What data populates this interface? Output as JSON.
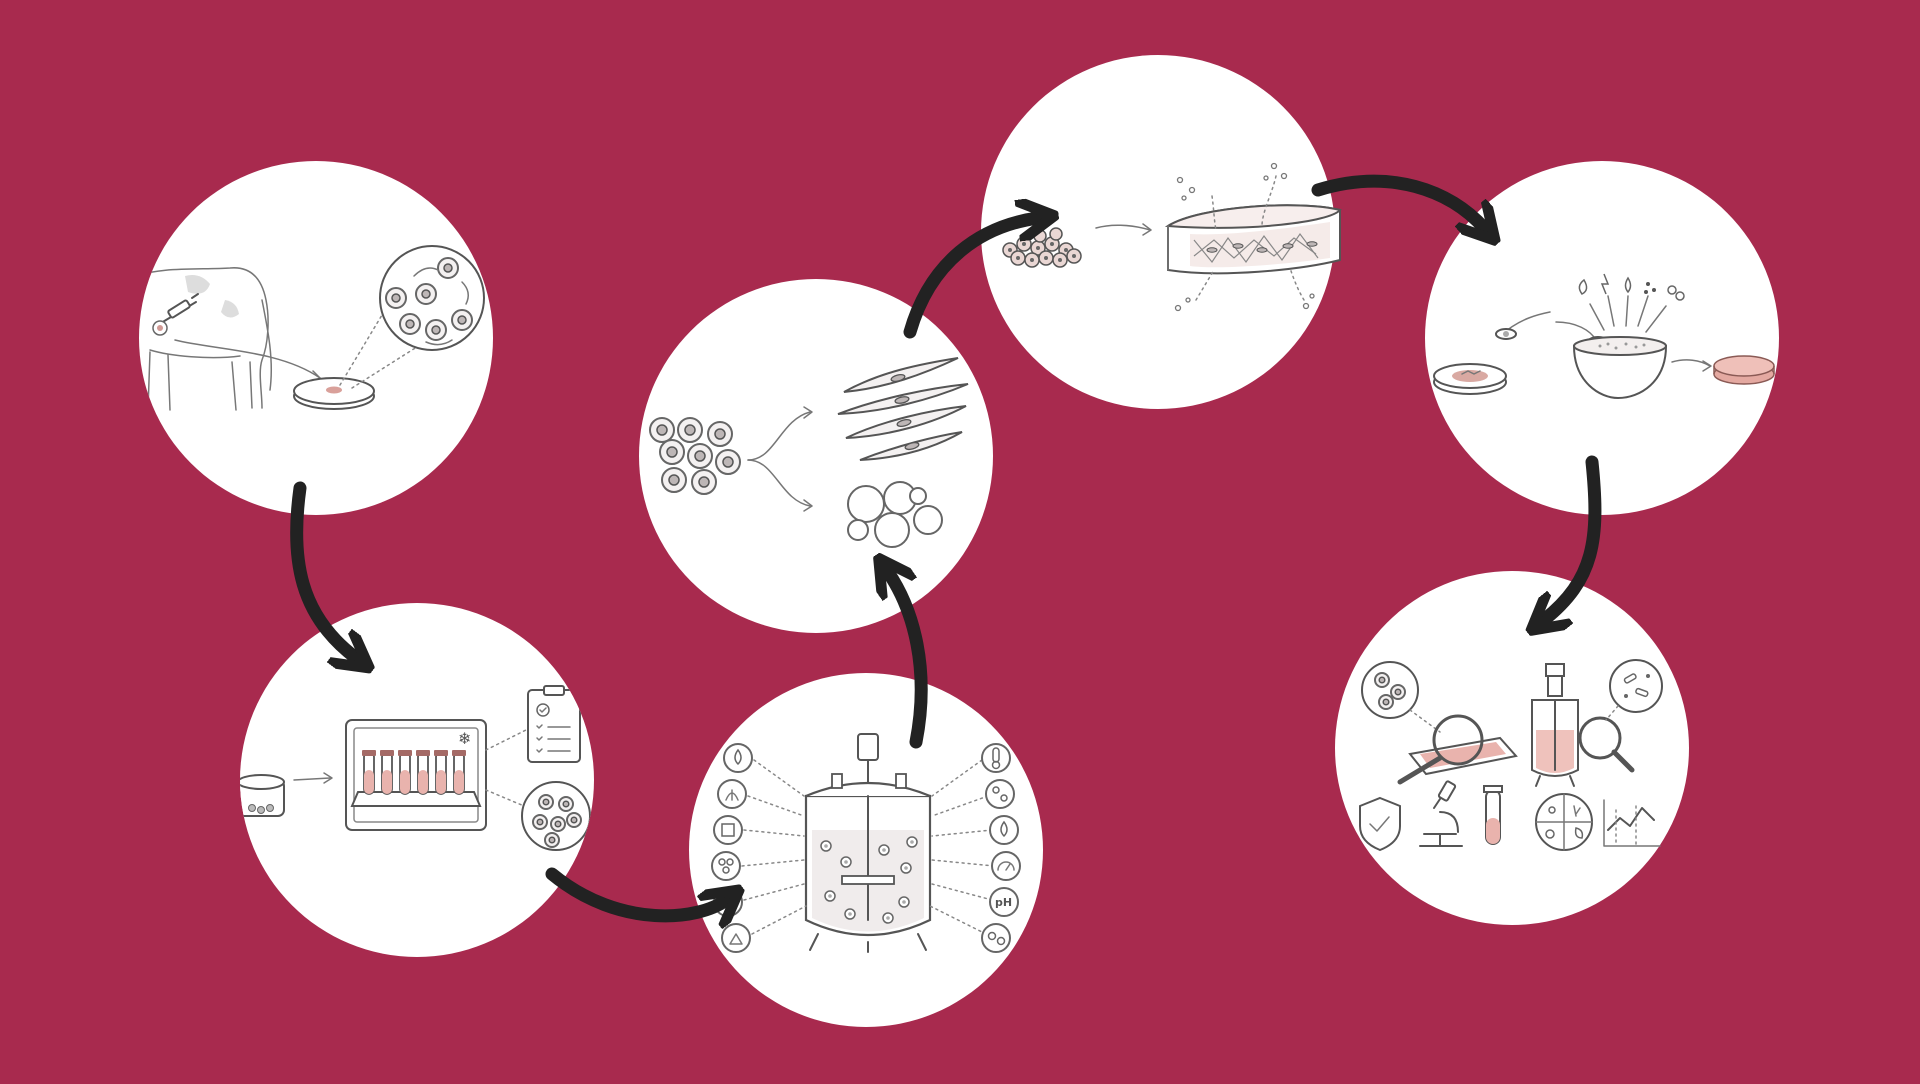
{
  "background_color": "#a82a4e",
  "circle_fill": "#ffffff",
  "arrow_color": "#222222",
  "meat_color": "#e9b3ad",
  "bioreactor_badge_text": "pH",
  "stages": [
    {
      "id": "biopsy",
      "icon": "cow-biopsy-icon"
    },
    {
      "id": "cell-banking",
      "icon": "cryo-storage-icon"
    },
    {
      "id": "bioreactor",
      "icon": "bioreactor-icon"
    },
    {
      "id": "differentiation",
      "icon": "differentiation-icon"
    },
    {
      "id": "scaffold",
      "icon": "scaffold-icon"
    },
    {
      "id": "formulation",
      "icon": "food-formulation-icon"
    },
    {
      "id": "quality-control",
      "icon": "quality-control-icon"
    }
  ]
}
